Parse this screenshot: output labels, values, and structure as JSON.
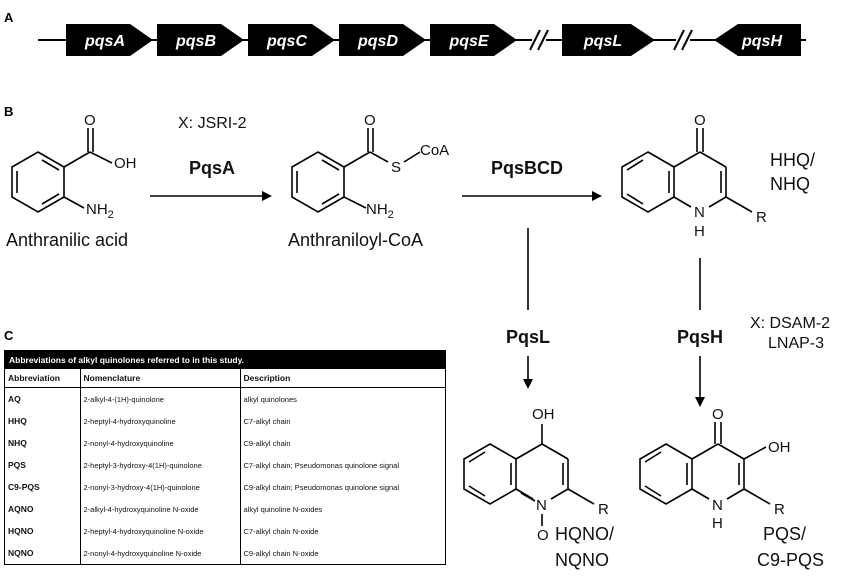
{
  "panels": {
    "a": "A",
    "b": "B",
    "c": "C"
  },
  "genes": [
    "pqsA",
    "pqsB",
    "pqsC",
    "pqsD",
    "pqsE",
    "pqsL",
    "pqsH"
  ],
  "compounds": {
    "anthranilic_acid": "Anthranilic acid",
    "anthraniloyl_coa": "Anthraniloyl-CoA",
    "hhq": [
      "HHQ/",
      "NHQ"
    ],
    "hqno": [
      "HQNO/",
      "NQNO"
    ],
    "pqs": [
      "PQS/",
      "C9-PQS"
    ]
  },
  "enzymes": {
    "pqsa": "PqsA",
    "pqsbcd": "PqsBCD",
    "pqsl": "PqsL",
    "pqsh": "PqsH"
  },
  "inhibitors": {
    "pqsa": "X: JSRI-2",
    "pqsh": [
      "X: DSAM-2",
      "LNAP-3"
    ]
  },
  "atoms": {
    "o": "O",
    "oh": "OH",
    "nh2": "NH",
    "sub2": "2",
    "s": "S",
    "coa": "CoA",
    "n": "N",
    "h": "H",
    "r": "R"
  },
  "table": {
    "title": "Abbreviations of alkyl quinolones referred to in this study.",
    "headers": [
      "Abbreviation",
      "Nomenclature",
      "Description"
    ],
    "rows": [
      {
        "abbr": "AQ",
        "nom": "2-alkyl-4-(1H)-quinolone",
        "desc": "alkyl quinolones"
      },
      {
        "abbr": "HHQ",
        "nom": "2-heptyl-4-hydroxyquinoline",
        "desc": "C7-alkyl chain"
      },
      {
        "abbr": "NHQ",
        "nom": "2-nonyl-4-hydroxyquinoline",
        "desc": "C9-alkyl chain"
      },
      {
        "abbr": "PQS",
        "nom": "2-heptyl-3-hydroxy-4(1H)-quinolone",
        "desc": "C7-alkyl chain; Pseudomonas quinolone signal"
      },
      {
        "abbr": "C9-PQS",
        "nom": "2-nonyl-3-hydroxy-4(1H)-quinolone",
        "desc": "C9-alkyl chain; Pseudomonas quinolone signal"
      },
      {
        "abbr": "AQNO",
        "nom": "2-alkyl-4-hydroxyquinoline N-oxide",
        "desc": "alkyl quinoline N-oxides"
      },
      {
        "abbr": "HQNO",
        "nom": "2-heptyl-4-hydroxyquinoline N-oxide",
        "desc": "C7-alkyl chain N-oxide"
      },
      {
        "abbr": "NQNO",
        "nom": "2-nonyl-4-hydroxyquinoline N-oxide",
        "desc": "C9-alkyl chain N-oxide"
      }
    ]
  }
}
